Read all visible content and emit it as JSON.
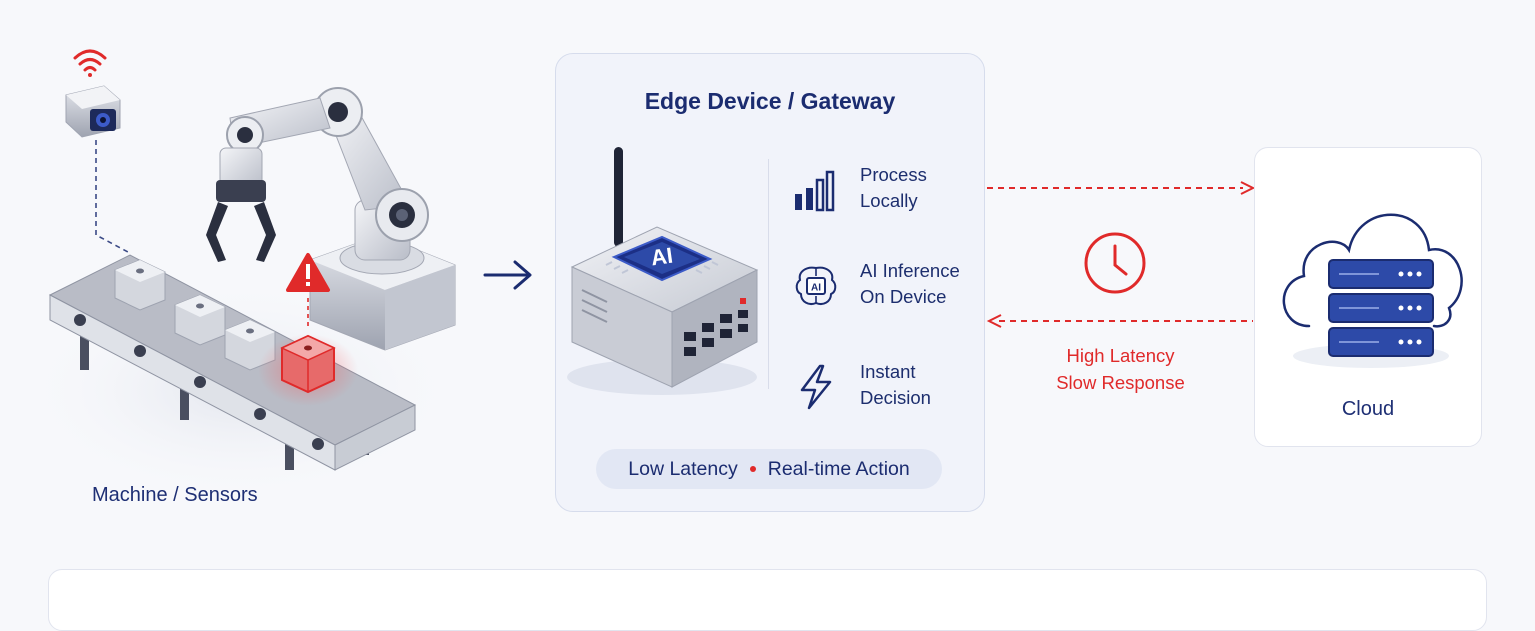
{
  "machine": {
    "label": "Machine / Sensors"
  },
  "edge": {
    "title": "Edge Device / Gateway",
    "chip_label": "AI",
    "features": [
      {
        "icon": "signal-bars-icon",
        "line1": "Process",
        "line2": "Locally"
      },
      {
        "icon": "ai-brain-chip-icon",
        "line1": "AI Inference",
        "line2": "On Device",
        "chip": "AI"
      },
      {
        "icon": "lightning-icon",
        "line1": "Instant",
        "line2": "Decision"
      }
    ],
    "pill": {
      "left": "Low Latency",
      "right": "Real-time Action"
    }
  },
  "latency": {
    "line1": "High Latency",
    "line2": "Slow Response"
  },
  "cloud": {
    "label": "Cloud"
  },
  "colors": {
    "navy": "#1b2c70",
    "accent_red": "#e02a2a",
    "card_bg": "#f1f3fa",
    "server_blue": "#2d4aa8"
  }
}
